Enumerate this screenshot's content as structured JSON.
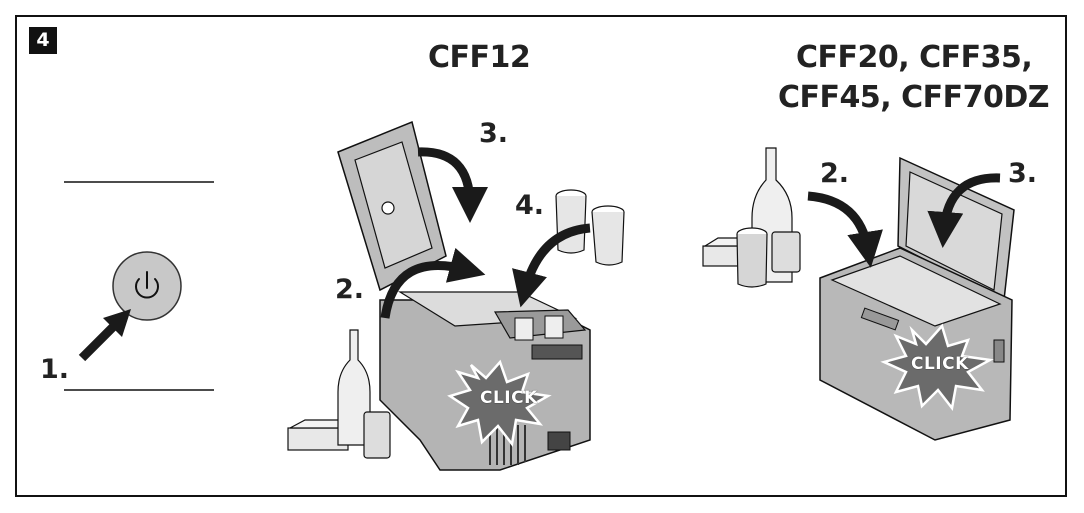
{
  "figure_number": "4",
  "power": {
    "step_label": "1."
  },
  "cff12": {
    "title": "CFF12",
    "steps": [
      "2.",
      "3.",
      "4."
    ],
    "click_label": "CLICK"
  },
  "cff_large": {
    "title_line1": "CFF20, CFF35,",
    "title_line2": "CFF45, CFF70DZ",
    "steps": [
      "2.",
      "3."
    ],
    "click_label": "CLICK"
  },
  "colors": {
    "line": "#111111",
    "device_fill": "#bdbdbd",
    "device_dark": "#8a8a8a",
    "arrow": "#1a1a1a",
    "burst": "#6b6b6b"
  }
}
